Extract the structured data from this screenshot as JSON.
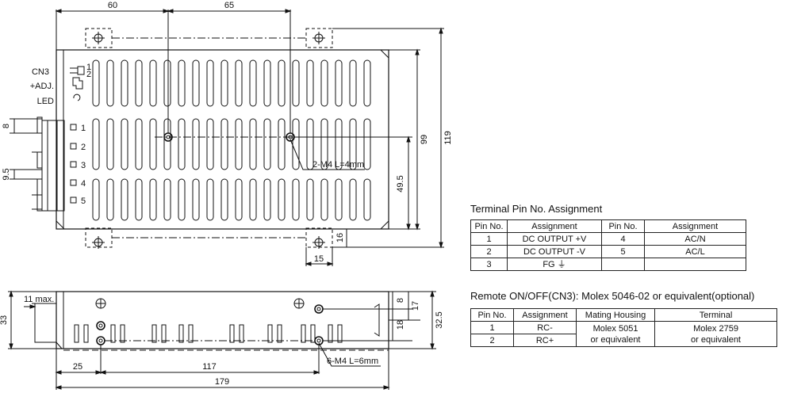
{
  "dims": {
    "top_60": "60",
    "top_65": "65",
    "left_8": "8",
    "left_9_5": "9.5",
    "right_99": "99",
    "right_119": "119",
    "right_49_5": "49.5",
    "bottom_16": "16",
    "bottom_15": "15",
    "side_11max": "11 max.",
    "side_33": "33",
    "side_8": "8",
    "side_17": "17",
    "side_18": "18",
    "side_32_5": "32.5",
    "side_25": "25",
    "side_117": "117",
    "side_179": "179"
  },
  "labels": {
    "cn3": "CN3",
    "cn3_pin1": "1",
    "cn3_pin2": "2",
    "adj": "+ADJ.",
    "led": "LED",
    "terminals": [
      "1",
      "2",
      "3",
      "4",
      "5"
    ],
    "top_screw": "2-M4 L=4mm",
    "side_screw": "6-M4 L=6mm"
  },
  "terminal_table": {
    "title": "Terminal Pin No.  Assignment",
    "headers": [
      "Pin No.",
      "Assignment",
      "Pin No.",
      "Assignment"
    ],
    "rows": [
      [
        "1",
        "DC OUTPUT +V",
        "4",
        "AC/N"
      ],
      [
        "2",
        "DC OUTPUT -V",
        "5",
        "AC/L"
      ],
      [
        "3",
        "FG ⏚",
        "",
        ""
      ]
    ]
  },
  "remote_table": {
    "title": "Remote ON/OFF(CN3): Molex 5046-02 or equivalent(optional)",
    "headers": [
      "Pin No.",
      "Assignment",
      "Mating Housing",
      "Terminal"
    ],
    "rows": [
      [
        "1",
        "RC-"
      ],
      [
        "2",
        "RC+"
      ]
    ],
    "mating_housing": [
      "Molex 5051",
      "or equivalent"
    ],
    "terminal": [
      "Molex 2759",
      "or equivalent"
    ]
  }
}
